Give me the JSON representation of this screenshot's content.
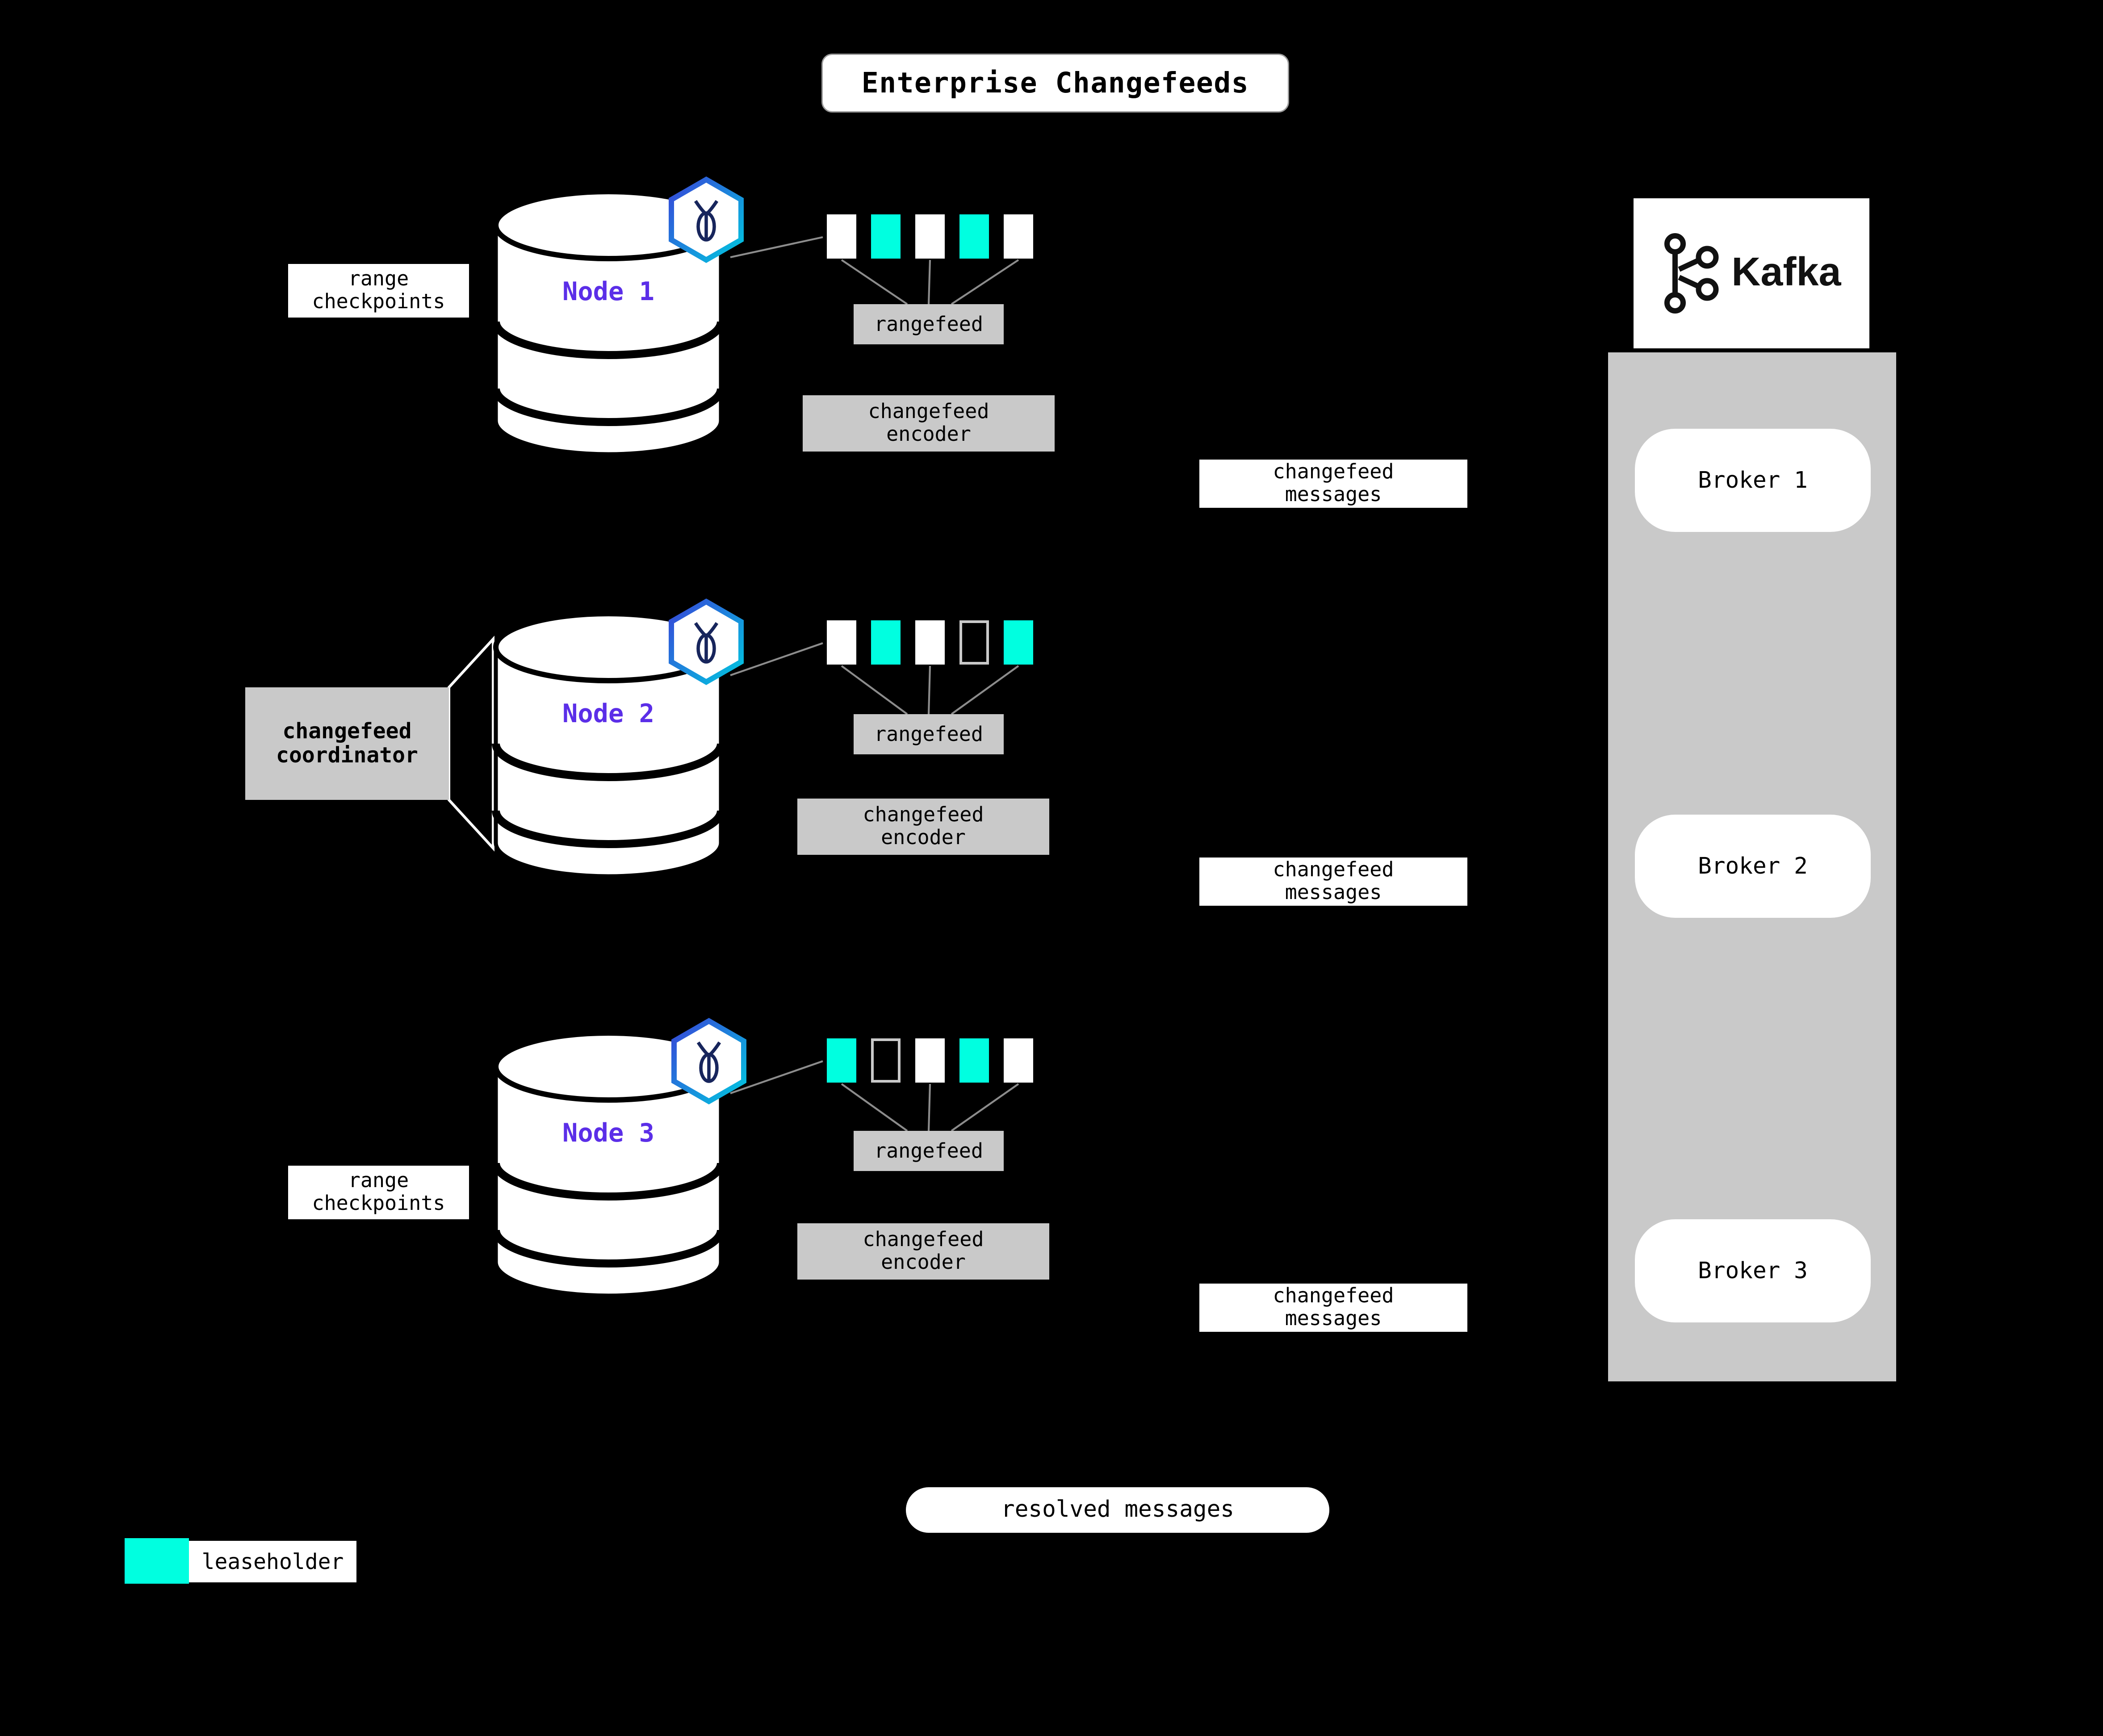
{
  "title": "Enterprise Changefeeds",
  "colors": {
    "leaseholder": "#00ffe0",
    "node_label": "#5b2ee8",
    "box_gray": "#c9c9c9"
  },
  "legend": {
    "label": "leaseholder"
  },
  "resolved_messages": "resolved messages",
  "kafka": {
    "label": "Kafka",
    "brokers": [
      "Broker 1",
      "Broker 2",
      "Broker 3"
    ]
  },
  "nodes": [
    {
      "name": "Node 1",
      "side_label": "range\ncheckpoints",
      "rangefeed": "rangefeed",
      "encoder": "changefeed\nencoder",
      "messages": "changefeed\nmessages",
      "ranges": [
        "white",
        "leaseholder",
        "white",
        "leaseholder",
        "white"
      ]
    },
    {
      "name": "Node 2",
      "side_label": "changefeed\ncoordinator",
      "rangefeed": "rangefeed",
      "encoder": "changefeed\nencoder",
      "messages": "changefeed\nmessages",
      "ranges": [
        "white",
        "leaseholder",
        "white",
        "empty",
        "leaseholder"
      ]
    },
    {
      "name": "Node 3",
      "side_label": "range\ncheckpoints",
      "rangefeed": "rangefeed",
      "encoder": "changefeed\nencoder",
      "messages": "changefeed\nmessages",
      "ranges": [
        "leaseholder",
        "empty",
        "white",
        "leaseholder",
        "white"
      ]
    }
  ]
}
